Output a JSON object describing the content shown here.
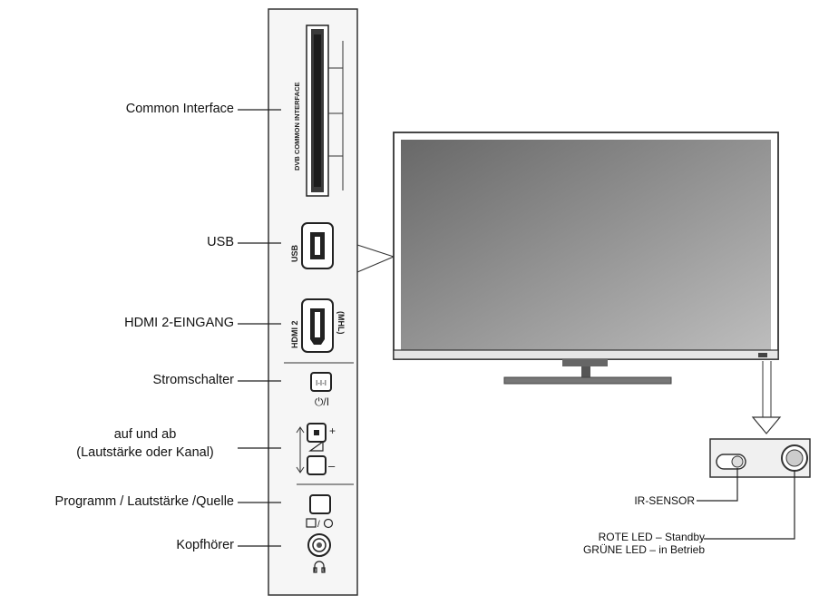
{
  "side_panel": {
    "ci_slot_text": "DVB COMMON INTERFACE",
    "usb_port_text": "USB",
    "hdmi_port_text": "HDMI 2",
    "mhl_text": "(MHL)",
    "power_symbol_text": "⏻/I",
    "power_button_text": "I-I-I"
  },
  "labels": {
    "common_interface": "Common Interface",
    "usb": "USB",
    "hdmi2": "HDMI 2-EINGANG",
    "power_switch": "Stromschalter",
    "up_down_line1": "auf und ab",
    "up_down_line2": "(Lautstärke oder Kanal)",
    "program_volume_source": "Programm / Lautstärke /Quelle",
    "headphones": "Kopfhörer",
    "ir_sensor": "IR-SENSOR",
    "red_led": "ROTE LED – Standby",
    "green_led": "GRÜNE LED – in Betrieb"
  },
  "colors": {
    "screen_top": "#6e6e6e",
    "screen_bottom": "#b9b9b9",
    "outline": "#222222",
    "panel_fill": "#f4f4f4"
  }
}
